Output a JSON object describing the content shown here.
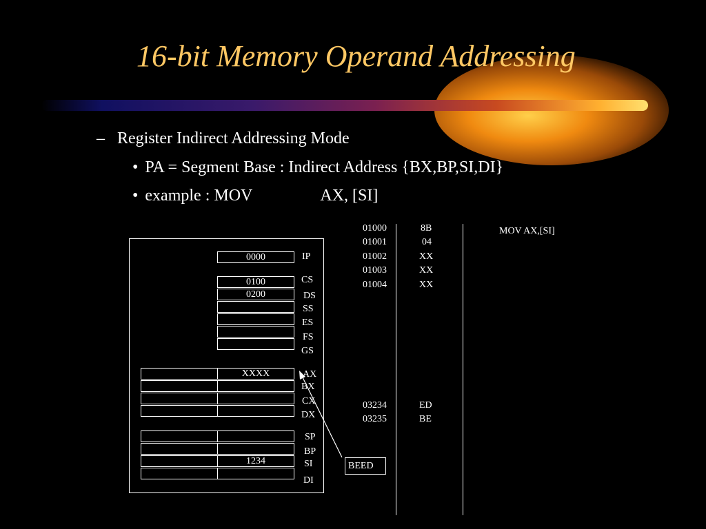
{
  "slide": {
    "title": "16-bit Memory Operand Addressing",
    "mode_line": "Register Indirect Addressing Mode",
    "pa_line": "PA = Segment Base : Indirect Address {BX,BP,SI,DI}",
    "example_prefix": "example : MOV",
    "example_operand": "AX, [SI]"
  },
  "registers": {
    "ip": {
      "label": "IP",
      "value": "0000"
    },
    "segments": [
      {
        "label": "CS",
        "value": "0100"
      },
      {
        "label": "DS",
        "value": "0200"
      },
      {
        "label": "SS",
        "value": ""
      },
      {
        "label": "ES",
        "value": ""
      },
      {
        "label": "FS",
        "value": ""
      },
      {
        "label": "GS",
        "value": ""
      }
    ],
    "general": [
      {
        "label": "AX",
        "value": "XXXX"
      },
      {
        "label": "BX",
        "value": ""
      },
      {
        "label": "CX",
        "value": ""
      },
      {
        "label": "DX",
        "value": ""
      }
    ],
    "pointers": [
      {
        "label": "SP",
        "value": ""
      },
      {
        "label": "BP",
        "value": ""
      },
      {
        "label": "SI",
        "value": "1234"
      },
      {
        "label": "DI",
        "value": ""
      }
    ]
  },
  "memory": {
    "top_rows": [
      {
        "address": "01000",
        "value": "8B"
      },
      {
        "address": "01001",
        "value": "04"
      },
      {
        "address": "01002",
        "value": "XX"
      },
      {
        "address": "01003",
        "value": "XX"
      },
      {
        "address": "01004",
        "value": "XX"
      }
    ],
    "bottom_rows": [
      {
        "address": "03234",
        "value": "ED"
      },
      {
        "address": "03235",
        "value": "BE"
      }
    ]
  },
  "instruction_note": "MOV AX,[SI]",
  "loaded_value": "BEED"
}
